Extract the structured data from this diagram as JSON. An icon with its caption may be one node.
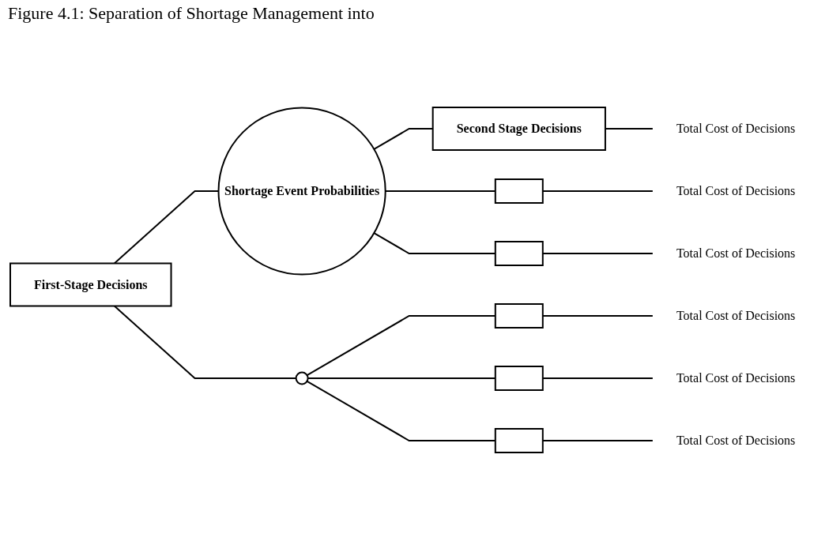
{
  "diagram": {
    "title": "Figure 4.1: Separation of Shortage Management into",
    "nodes": [
      {
        "text": [
          "First-Stage Decisions"
        ]
      },
      {
        "text": [
          "Shortage Event Probabilities"
        ]
      },
      {
        "text": [
          "Second Stage Decisions"
        ]
      },
      {
        "text": [
          "Total Cost of Decisions"
        ]
      },
      {
        "text": [],
        "shape": "box"
      },
      {
        "text": [
          "Total Cost of Decisions"
        ]
      },
      {
        "text": [],
        "shape": "box"
      },
      {
        "text": [
          "Total Cost of Decisions"
        ]
      },
      {
        "text": [],
        "shape": "circle"
      },
      {
        "text": [],
        "shape": "box"
      },
      {
        "text": [
          "Total Cost of Decisions"
        ]
      },
      {
        "text": [],
        "shape": "box"
      },
      {
        "text": [
          "Total Cost of Decisions"
        ]
      },
      {
        "text": [],
        "shape": "box"
      },
      {
        "text": [
          "Total Cost of Decisions"
        ]
      }
    ],
    "edges": [
      {
        "from": 0,
        "to": 1,
        "arrow": "none"
      },
      {
        "from": 0,
        "to": 8,
        "arrow": "none"
      },
      {
        "from": 1,
        "to": 2,
        "arrow": "none"
      },
      {
        "from": 1,
        "to": 4,
        "arrow": "none"
      },
      {
        "from": 1,
        "to": 6,
        "arrow": "none"
      },
      {
        "from": 2,
        "to": 3,
        "arrow": "none"
      },
      {
        "from": 4,
        "to": 5,
        "arrow": "none"
      },
      {
        "from": 6,
        "to": 7,
        "arrow": "none"
      },
      {
        "from": 8,
        "to": 9,
        "arrow": "none"
      },
      {
        "from": 8,
        "to": 11,
        "arrow": "none"
      },
      {
        "from": 8,
        "to": 13,
        "arrow": "none"
      },
      {
        "from": 9,
        "to": 10,
        "arrow": "none"
      },
      {
        "from": 11,
        "to": 12,
        "arrow": "none"
      },
      {
        "from": 13,
        "to": 14,
        "arrow": "none"
      }
    ]
  }
}
